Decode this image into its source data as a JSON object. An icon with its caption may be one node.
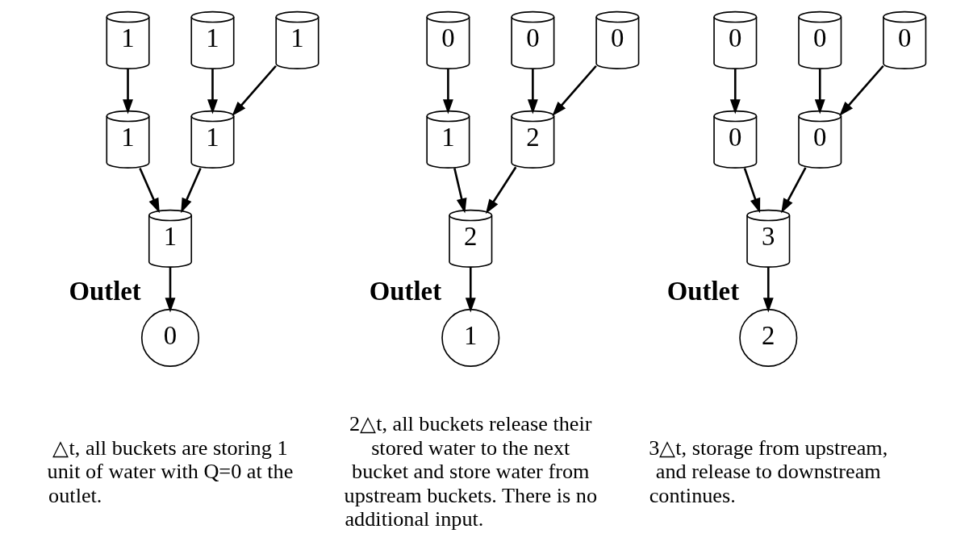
{
  "diagram": {
    "nodes": [
      {
        "text": [
          "1"
        ]
      },
      {
        "text": [
          "1"
        ]
      },
      {
        "text": [
          "1"
        ]
      },
      {
        "text": [
          "1"
        ]
      },
      {
        "text": [
          "1"
        ]
      },
      {
        "text": [
          "1"
        ]
      },
      {
        "text": [
          "0"
        ],
        "beside": [
          "Outlet"
        ]
      },
      {
        "text": [
          "0"
        ]
      },
      {
        "text": [
          "0"
        ]
      },
      {
        "text": [
          "0"
        ]
      },
      {
        "text": [
          "1"
        ]
      },
      {
        "text": [
          "2"
        ]
      },
      {
        "text": [
          "2"
        ]
      },
      {
        "text": [
          "1"
        ],
        "beside": [
          "Outlet"
        ]
      },
      {
        "text": [
          "0"
        ]
      },
      {
        "text": [
          "0"
        ]
      },
      {
        "text": [
          "0"
        ]
      },
      {
        "text": [
          "0"
        ]
      },
      {
        "text": [
          "0"
        ]
      },
      {
        "text": [
          "3"
        ]
      },
      {
        "text": [
          "2"
        ],
        "beside": [
          "Outlet"
        ]
      }
    ],
    "edges": [
      {
        "from": 0,
        "to": 3,
        "arrow": "to"
      },
      {
        "from": 1,
        "to": 4,
        "arrow": "to"
      },
      {
        "from": 2,
        "to": 4,
        "arrow": "to"
      },
      {
        "from": 3,
        "to": 5,
        "arrow": "to"
      },
      {
        "from": 4,
        "to": 5,
        "arrow": "to"
      },
      {
        "from": 5,
        "to": 6,
        "arrow": "to"
      },
      {
        "from": 7,
        "to": 10,
        "arrow": "to"
      },
      {
        "from": 8,
        "to": 11,
        "arrow": "to"
      },
      {
        "from": 9,
        "to": 11,
        "arrow": "to"
      },
      {
        "from": 10,
        "to": 12,
        "arrow": "to"
      },
      {
        "from": 11,
        "to": 12,
        "arrow": "to"
      },
      {
        "from": 12,
        "to": 13,
        "arrow": "to"
      },
      {
        "from": 14,
        "to": 17,
        "arrow": "to"
      },
      {
        "from": 15,
        "to": 18,
        "arrow": "to"
      },
      {
        "from": 16,
        "to": 18,
        "arrow": "to"
      },
      {
        "from": 17,
        "to": 19,
        "arrow": "to"
      },
      {
        "from": 18,
        "to": 19,
        "arrow": "to"
      },
      {
        "from": 19,
        "to": 20,
        "arrow": "to"
      }
    ],
    "labels": [
      "△t, all buckets are storing 1 unit of water with Q=0 at the outlet.",
      "2△t, all buckets release their stored water to the next bucket and store water from upstream buckets. There is no additional input.",
      "3△t, storage from upstream, and release to downstream continues."
    ]
  }
}
